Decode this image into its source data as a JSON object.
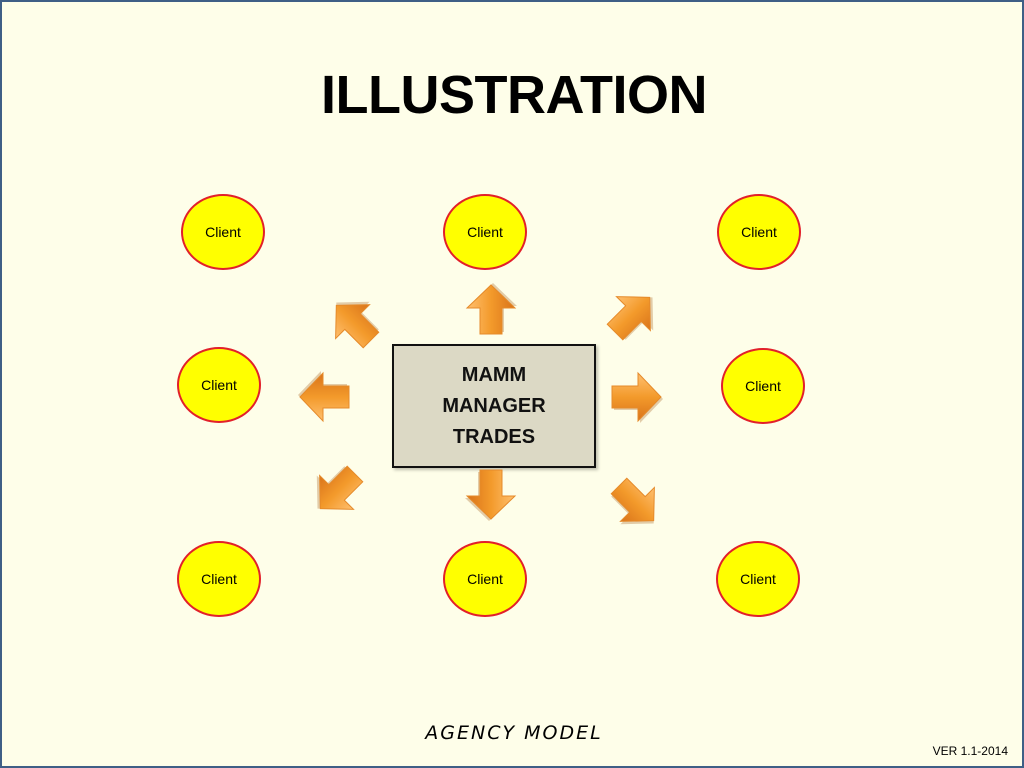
{
  "title": "ILLUSTRATION",
  "center": {
    "lines": [
      "MAMM",
      "MANAGER",
      "TRADES"
    ]
  },
  "clients": [
    "Client",
    "Client",
    "Client",
    "Client",
    "Client",
    "Client",
    "Client",
    "Client"
  ],
  "footer": "AGENCY MODEL",
  "version": "VER 1.1-2014",
  "colors": {
    "background": "#fefee9",
    "border": "#3f5f86",
    "client_fill": "#ffff00",
    "client_stroke": "#e2202a",
    "center_fill": "#dcd9c5",
    "arrow_fill": "#f39a2b"
  }
}
